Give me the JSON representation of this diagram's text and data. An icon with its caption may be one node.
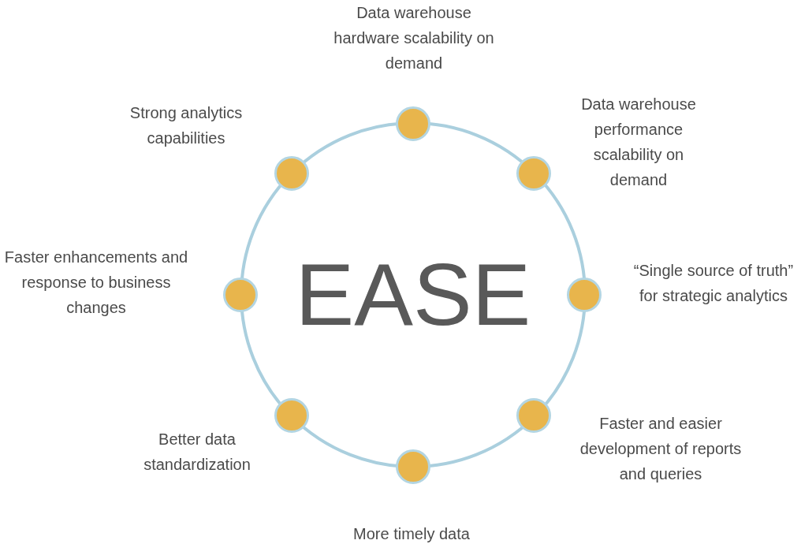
{
  "diagram": {
    "nodes": [
      {
        "text": [
          "EASE"
        ]
      },
      {
        "text": [],
        "shape": "circle",
        "beside": [
          "Data warehouse hardware scalability on demand"
        ]
      },
      {
        "text": [],
        "shape": "circle",
        "beside": [
          "Data warehouse performance scalability on demand"
        ]
      },
      {
        "text": [],
        "shape": "circle",
        "beside": [
          "“Single source of truth” for strategic analytics"
        ]
      },
      {
        "text": [],
        "shape": "circle",
        "beside": [
          "Faster and easier development of reports and queries"
        ]
      },
      {
        "text": [],
        "shape": "circle",
        "beside": [
          "More timely data"
        ]
      },
      {
        "text": [],
        "shape": "circle",
        "beside": [
          "Better data standardization"
        ]
      },
      {
        "text": [],
        "shape": "circle",
        "beside": [
          "Faster enhancements and response to business changes"
        ]
      },
      {
        "text": [],
        "shape": "circle",
        "beside": [
          "Strong analytics capabilities"
        ]
      }
    ]
  }
}
